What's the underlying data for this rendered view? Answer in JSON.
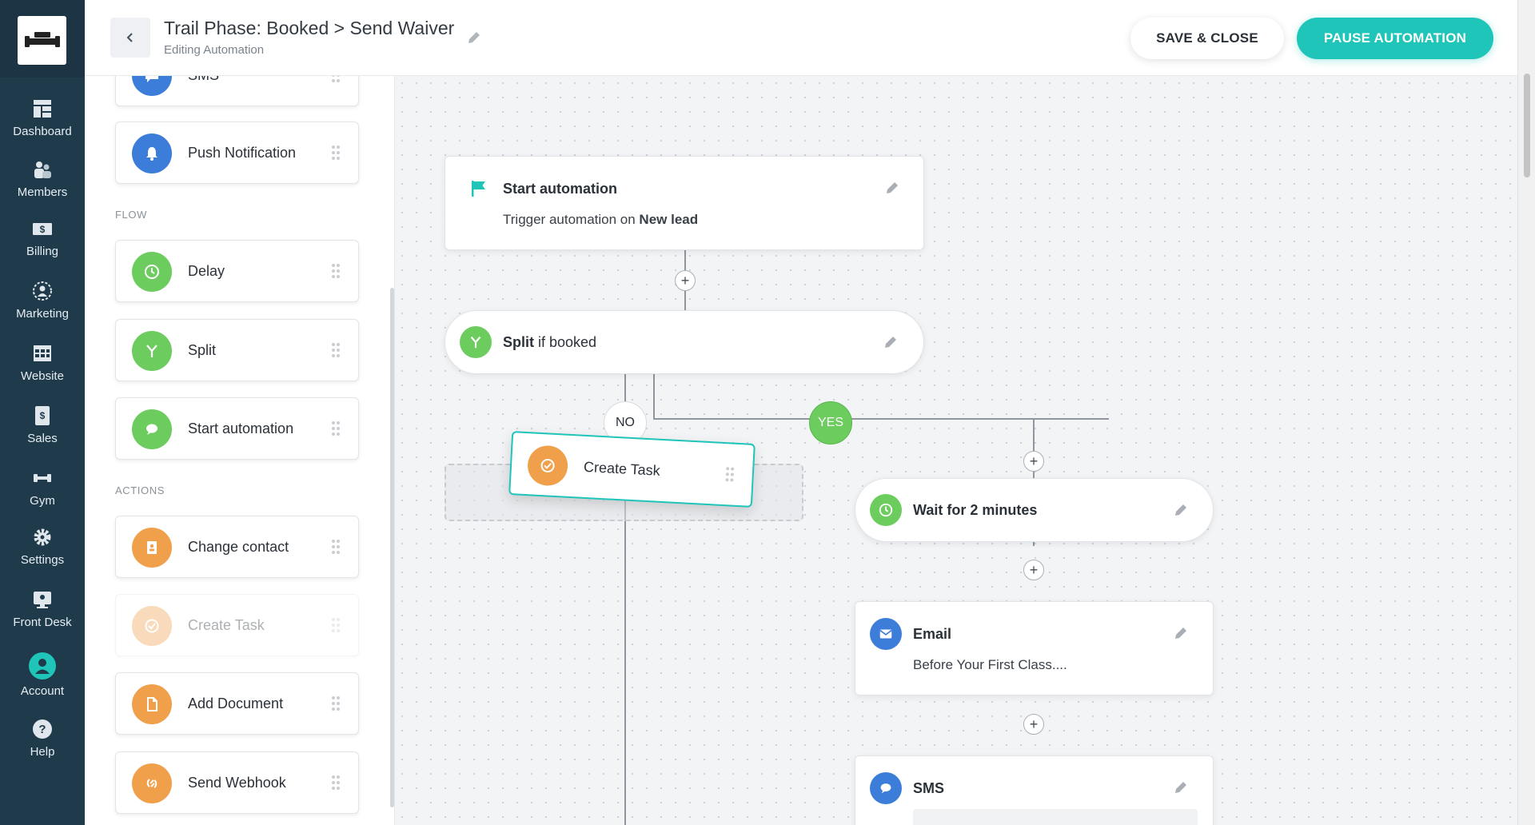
{
  "nav": {
    "items": [
      {
        "label": "Dashboard",
        "icon": "dashboard-icon"
      },
      {
        "label": "Members",
        "icon": "members-icon"
      },
      {
        "label": "Billing",
        "icon": "billing-icon"
      },
      {
        "label": "Marketing",
        "icon": "marketing-icon"
      },
      {
        "label": "Website",
        "icon": "website-icon"
      },
      {
        "label": "Sales",
        "icon": "sales-icon"
      },
      {
        "label": "Gym",
        "icon": "dumbbell-icon"
      },
      {
        "label": "Settings",
        "icon": "gear-icon"
      },
      {
        "label": "Front Desk",
        "icon": "front-desk-icon"
      },
      {
        "label": "Account",
        "icon": "account-icon"
      },
      {
        "label": "Help",
        "icon": "help-icon"
      }
    ]
  },
  "header": {
    "title": "Trail Phase: Booked > Send Waiver",
    "subtitle": "Editing Automation",
    "save_label": "SAVE & CLOSE",
    "pause_label": "PAUSE AUTOMATION"
  },
  "palette": {
    "top_items": [
      {
        "label": "SMS",
        "icon": "sms-icon",
        "color": "#3b7dd8"
      },
      {
        "label": "Push Notification",
        "icon": "bell-icon",
        "color": "#3b7dd8"
      }
    ],
    "flow_heading": "FLOW",
    "flow_items": [
      {
        "label": "Delay",
        "icon": "clock-icon",
        "color": "#6ccc5e"
      },
      {
        "label": "Split",
        "icon": "split-icon",
        "color": "#6ccc5e"
      },
      {
        "label": "Start automation",
        "icon": "chat-icon",
        "color": "#6ccc5e"
      }
    ],
    "actions_heading": "ACTIONS",
    "action_items": [
      {
        "label": "Change contact",
        "icon": "contact-icon",
        "color": "#f0a04b"
      },
      {
        "label": "Create Task",
        "icon": "task-icon",
        "color": "#f0a04b"
      },
      {
        "label": "Add Document",
        "icon": "document-icon",
        "color": "#f0a04b"
      },
      {
        "label": "Send Webhook",
        "icon": "webhook-icon",
        "color": "#f0a04b"
      }
    ]
  },
  "canvas": {
    "start_node": {
      "title": "Start automation",
      "sub_prefix": "Trigger automation on",
      "sub_value": "New lead"
    },
    "split_node": {
      "title_bold": "Split",
      "title_rest": "if booked"
    },
    "branch_no": "NO",
    "branch_yes": "YES",
    "dragging_card": {
      "label": "Create Task"
    },
    "wait_node": {
      "title": "Wait for 2 minutes"
    },
    "email_node": {
      "title": "Email",
      "subtitle": "Before Your First Class...."
    },
    "sms_node": {
      "title": "SMS"
    }
  },
  "colors": {
    "accent": "#1ec5b8",
    "nav_bg": "#1f3a4a",
    "flow_green": "#6ccc5e",
    "action_orange": "#f0a04b",
    "message_blue": "#3b7dd8"
  }
}
